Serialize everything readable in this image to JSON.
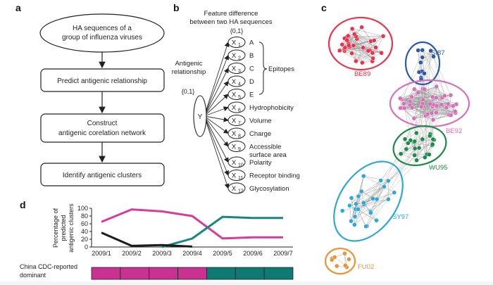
{
  "panel_labels": {
    "a": "a",
    "b": "b",
    "c": "c",
    "d": "d"
  },
  "flowchart": {
    "start_line1": "HA sequences of a",
    "start_line2": "group of influenza viruses",
    "step1": "Predict antigenic relationship",
    "step2_line1": "Construct",
    "step2_line2": "antigenic corelation network",
    "step3": "Identify antigenic clusters"
  },
  "model": {
    "title_line1": "Feature difference",
    "title_line2": "between two HA sequences",
    "feature_range": "{0,1}",
    "output_range": "{0,1}",
    "output_label_line1": "Antigenic",
    "output_label_line2": "relationship",
    "output_node": "Y",
    "epitope_group": "Epitopes",
    "features": [
      {
        "var": "X",
        "sub": "1",
        "label": "A"
      },
      {
        "var": "X",
        "sub": "2",
        "label": "B"
      },
      {
        "var": "X",
        "sub": "3",
        "label": "C"
      },
      {
        "var": "X",
        "sub": "4",
        "label": "D"
      },
      {
        "var": "X",
        "sub": "5",
        "label": "E"
      },
      {
        "var": "X",
        "sub": "6",
        "label": "Hydrophobicity"
      },
      {
        "var": "X",
        "sub": "7",
        "label": "Volume"
      },
      {
        "var": "X",
        "sub": "8",
        "label": "Charge"
      },
      {
        "var": "X",
        "sub": "9",
        "label": "Accessible",
        "label2": "surface area"
      },
      {
        "var": "X",
        "sub": "10",
        "label": "Polarity"
      },
      {
        "var": "X",
        "sub": "11",
        "label": "Receptor binding"
      },
      {
        "var": "X",
        "sub": "12",
        "label": "Glycosylation"
      }
    ]
  },
  "network": {
    "clusters": [
      {
        "name": "BE89",
        "color": "#e8334d"
      },
      {
        "name": "SI87",
        "color": "#2a5aa8"
      },
      {
        "name": "BE92",
        "color": "#d670b8"
      },
      {
        "name": "WU95",
        "color": "#1e8a4a"
      },
      {
        "name": "SY97",
        "color": "#2fa8d6"
      },
      {
        "name": "FU02",
        "color": "#e8953a"
      }
    ]
  },
  "chart_data": {
    "type": "line",
    "ylabel_line1": "Percentage of",
    "ylabel_line2": "predicted",
    "ylabel_line3": "antigenic clusters",
    "x": [
      "2009/1",
      "2009/2",
      "2009/3",
      "2009/4",
      "2009/5",
      "2009/6",
      "2009/7"
    ],
    "yticks": [
      0,
      20,
      40,
      60,
      80,
      100
    ],
    "ylim": [
      0,
      100
    ],
    "series": [
      {
        "color": "#d63c9c",
        "values": [
          null,
          null,
          null,
          null,
          null,
          null,
          null
        ],
        "points": [
          [
            0,
            65
          ],
          [
            1,
            97
          ],
          [
            2,
            92
          ],
          [
            3,
            80
          ],
          [
            4,
            22
          ],
          [
            5,
            25
          ],
          [
            6,
            25
          ]
        ]
      },
      {
        "color": "#16897e",
        "points": [
          [
            2,
            0
          ],
          [
            3,
            22
          ],
          [
            4,
            78
          ],
          [
            5,
            75
          ],
          [
            6,
            75
          ]
        ]
      },
      {
        "color": "#1b1b1b",
        "points": [
          [
            0,
            37
          ],
          [
            1,
            3
          ],
          [
            2,
            5
          ],
          [
            3,
            1
          ]
        ]
      }
    ],
    "reported_label_line1": "China CDC-reported",
    "reported_label_line2": "dominant",
    "reported_bar": [
      "#c8318f",
      "#c8318f",
      "#c8318f",
      "#c8318f",
      "#0f7a72",
      "#0f7a72",
      "#0f7a72"
    ]
  }
}
